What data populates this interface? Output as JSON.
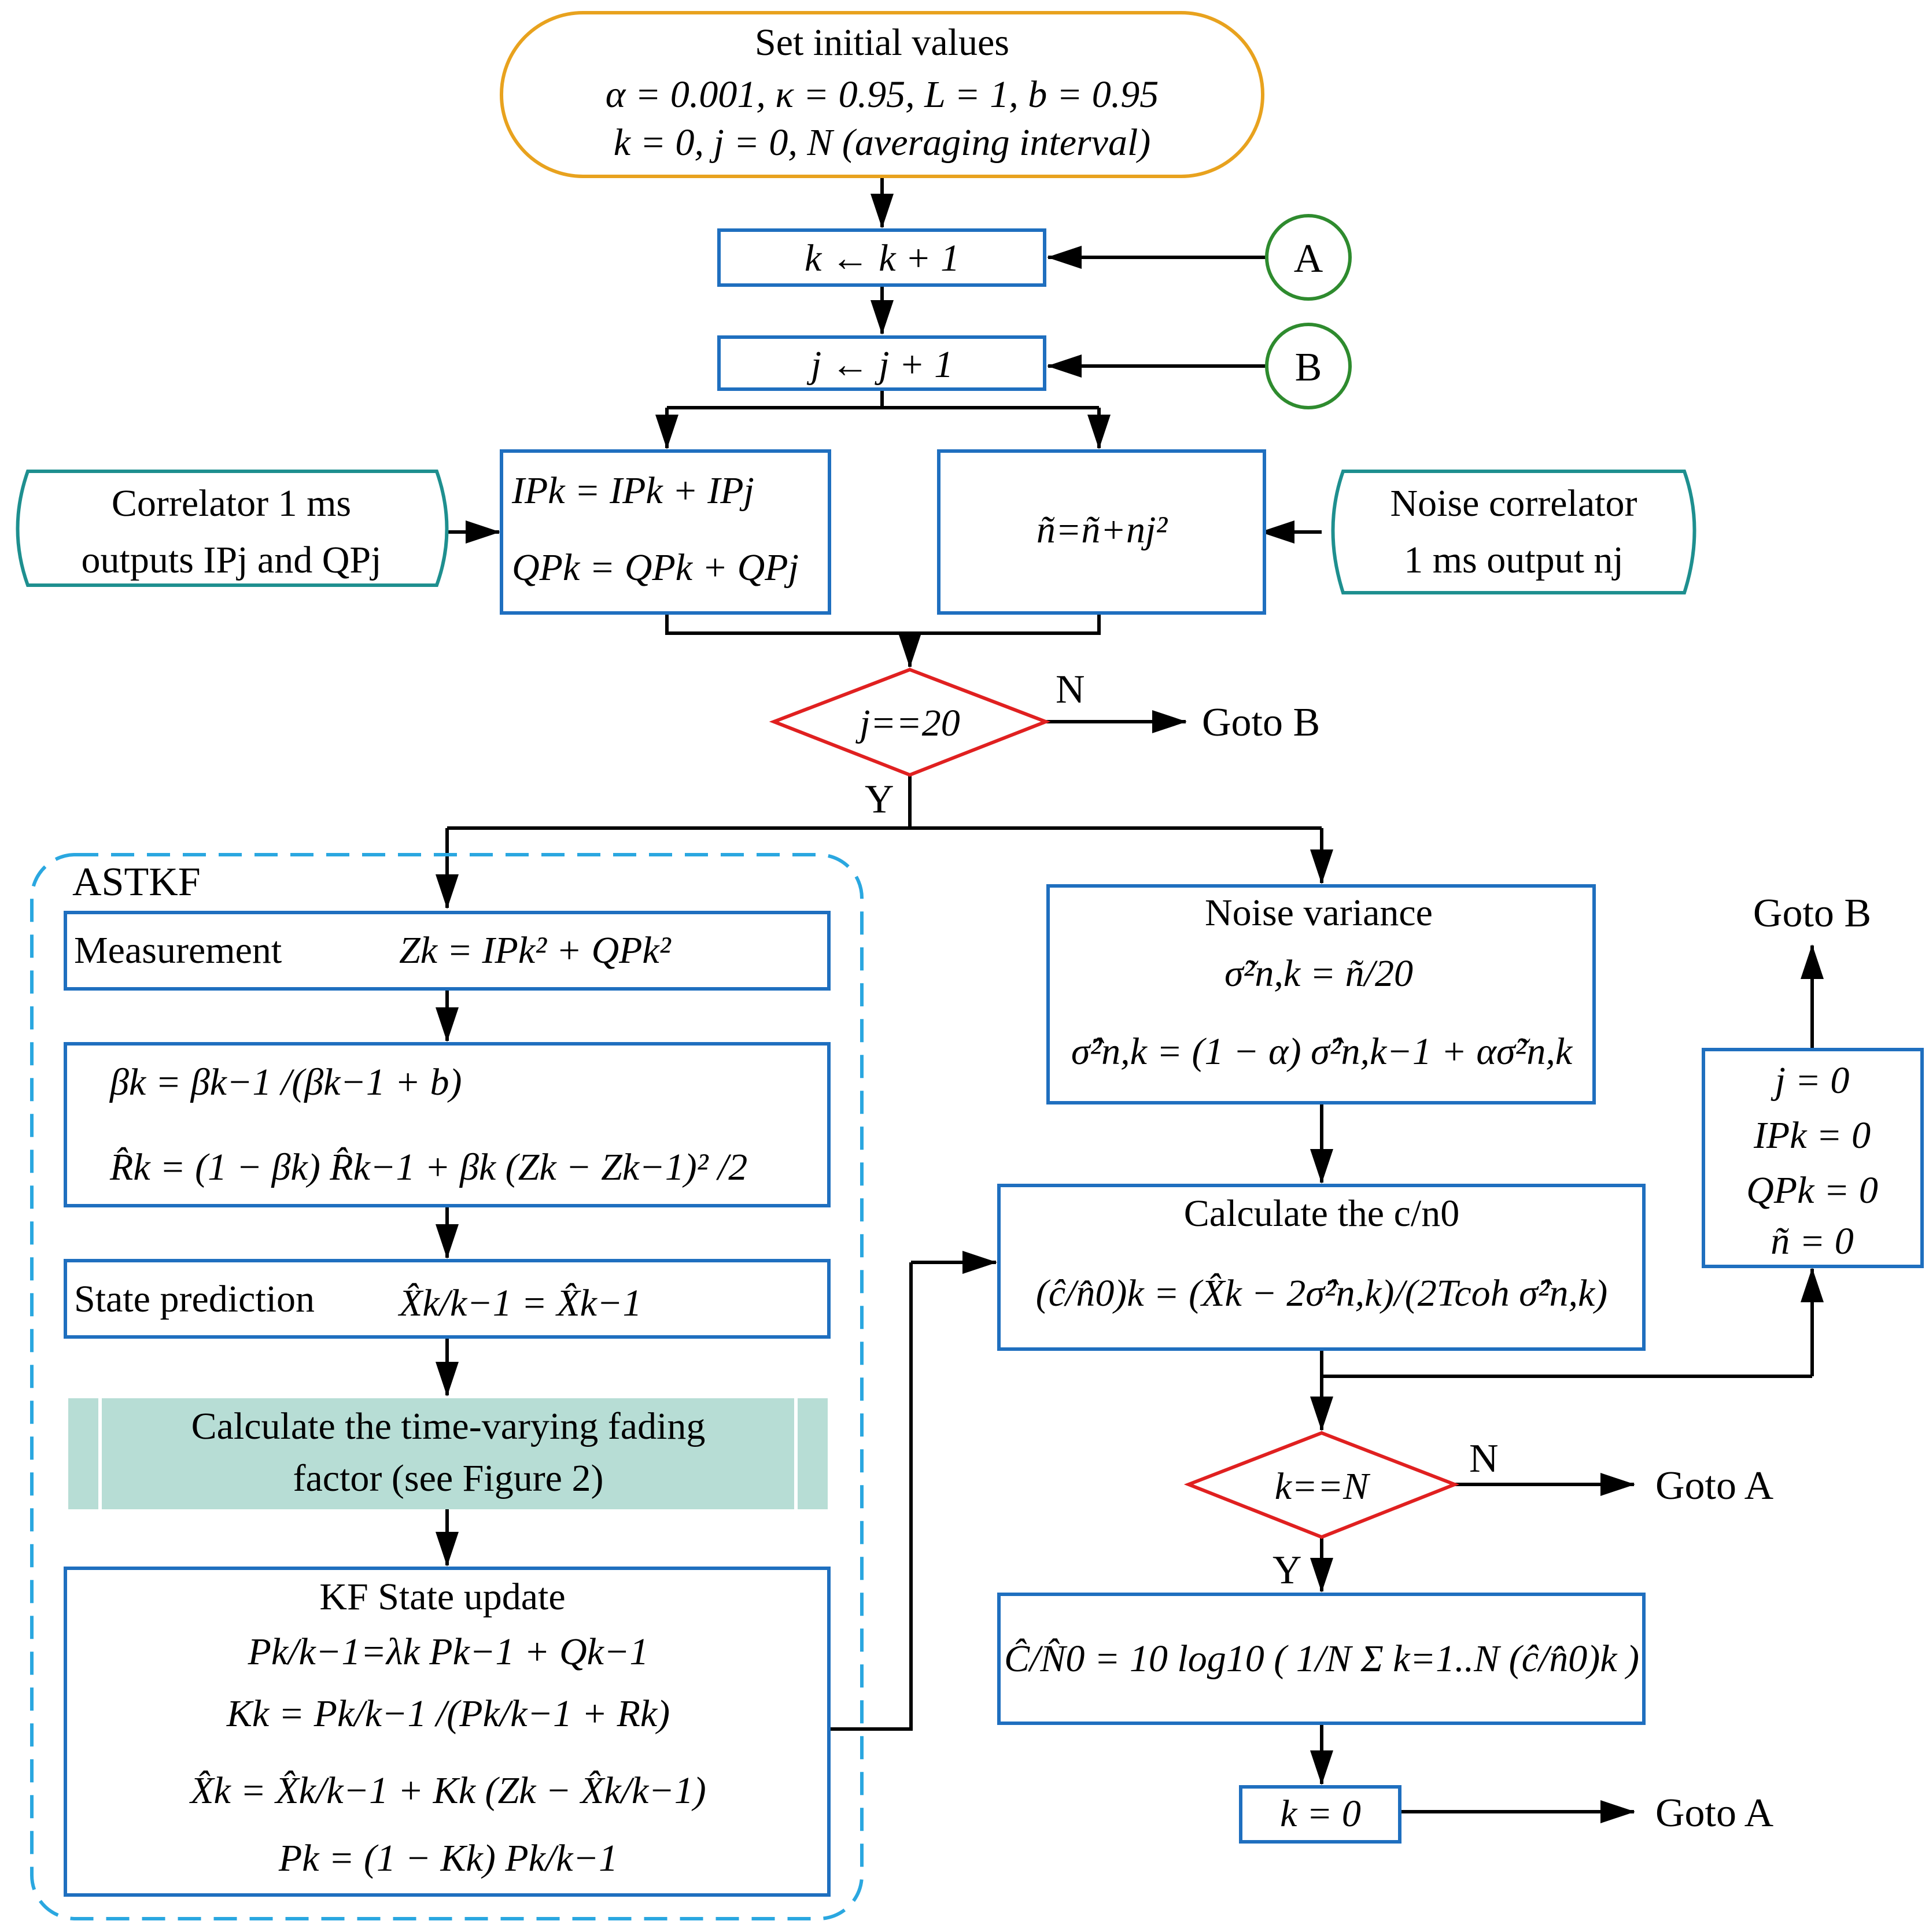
{
  "start": {
    "title": "Set initial values",
    "line2": "α = 0.001, κ = 0.95, L = 1, b = 0.95",
    "line3": "k = 0,  j = 0, N (averaging interval)"
  },
  "k_inc": "k ← k + 1",
  "j_inc": "j ← j + 1",
  "connector_a": "A",
  "connector_b": "B",
  "correlator_input": {
    "line1": "Correlator 1 ms",
    "line2": "outputs IPj and QPj"
  },
  "noise_input": {
    "line1": "Noise correlator",
    "line2": "1 ms output nj"
  },
  "accum": {
    "line1": "IPk = IPk + IPj",
    "line2": "QPk = QPk + QPj"
  },
  "noise_accum": "ñ=ñ+nj²",
  "decision_j": {
    "cond": "j==20",
    "no": "N",
    "yes": "Y",
    "goto": "Goto B"
  },
  "astkf": {
    "title": "ASTKF",
    "measurement_label": "Measurement",
    "measurement_eq": "Zk = IPk² + QPk²",
    "beta_eq": "βk = βk−1 /(βk−1 + b)",
    "r_eq": "R̂k = (1 − βk) R̂k−1 + βk (Zk − Zk−1)² /2",
    "state_pred_label": "State prediction",
    "state_pred_eq": "X̂k/k−1 = X̂k−1",
    "fading_line1": "Calculate the time-varying fading",
    "fading_line2": "factor (see Figure 2)",
    "update_title": "KF State update",
    "update_eq1": "Pk/k−1=λk Pk−1 + Qk−1",
    "update_eq2": "Kk = Pk/k−1 /(Pk/k−1 + Rk)",
    "update_eq3": "X̂k = X̂k/k−1 + Kk (Zk − X̂k/k−1)",
    "update_eq4": "Pk = (1 − Kk) Pk/k−1"
  },
  "noise_variance": {
    "title": "Noise variance",
    "eq1": "σ̃²n,k = ñ/20",
    "eq2": "σ̂²n,k = (1 − α) σ̂²n,k−1 + ασ̃²n,k"
  },
  "cn0_calc": {
    "title": "Calculate the c/n0",
    "eq": "(ĉ/n̂0)k = (X̂k − 2σ̂²n,k)/(2Tcoh σ̂²n,k)"
  },
  "reset": {
    "l1": "j = 0",
    "l2": "IPk = 0",
    "l3": "QPk = 0",
    "l4": "ñ = 0"
  },
  "reset_goto": "Goto B",
  "decision_k": {
    "cond": "k==N",
    "no": "N",
    "yes": "Y",
    "goto": "Goto A"
  },
  "final_eq": "Ĉ/N̂0 = 10 log10 ( 1/N Σ k=1..N (ĉ/n̂0)k )",
  "final_reset": "k = 0",
  "final_goto": "Goto A",
  "colors": {
    "box_border": "#1f6fbf",
    "decision_border": "#e02020",
    "connector_border": "#2e8b2e",
    "io_border": "#1e8f8f",
    "start_border": "#e8a21e",
    "astkf_border": "#2aa7e0",
    "fading_fill": "#b7ddd5"
  }
}
